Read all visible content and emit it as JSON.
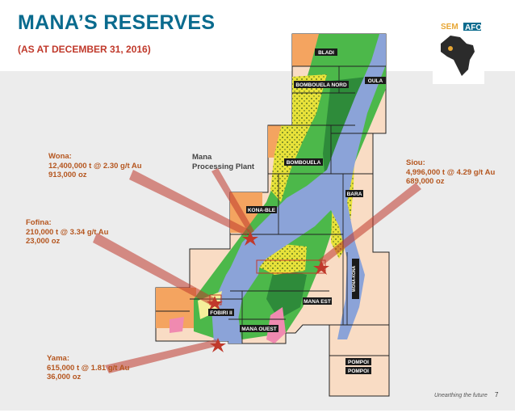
{
  "header": {
    "title": "MANA’S RESERVES",
    "subtitle": "(AS AT DECEMBER 31, 2016)"
  },
  "logo": {
    "line1": "SEM",
    "line2": "AFO"
  },
  "permits": {
    "bladi": "BLADI",
    "bombouela_nord": "BOMBOUELA NORD",
    "oula": "OULA",
    "bombouela": "BOMBOUELA",
    "bara": "BARA",
    "kona_ble": "KONA-BLE",
    "mana_est": "MANA EST",
    "fobiri": "FOBIRI II",
    "mana_ouest": "MANA OUEST",
    "pompoi_1": "POMPOI",
    "pompoi_2": "POMPOI",
    "vertical": "WONA-KONA"
  },
  "plant": {
    "line1": "Mana",
    "line2": "Processing Plant"
  },
  "callouts": {
    "wona": {
      "name": "Wona:",
      "tonnage": "12,400,000 t @ 2.30 g/t Au",
      "ounces": "913,000 oz"
    },
    "fofina": {
      "name": "Fofina:",
      "tonnage": "210,000 t @ 3.34 g/t Au",
      "ounces": "23,000 oz"
    },
    "siou": {
      "name": "Siou:",
      "tonnage": "4,996,000 t @ 4.29 g/t Au",
      "ounces": "689,000 oz"
    },
    "yama": {
      "name": "Yama:",
      "tonnage": "615,000 t @ 1.81 g/t Au",
      "ounces": "36,000 oz"
    }
  },
  "footer": {
    "tagline": "Unearthing the future",
    "page": "7"
  },
  "colors": {
    "title": "#0a6b8e",
    "callout_text": "#b5561f",
    "callout_arrow": "#c0392b",
    "granite_green": "#4cb84a",
    "dark_green": "#2e8b3a",
    "volcanic_yellow": "#e8e23a",
    "sediment_blue": "#8ba3d8",
    "peach": "#f9dcc4",
    "orange": "#f4a460",
    "pink": "#f08ab0"
  }
}
